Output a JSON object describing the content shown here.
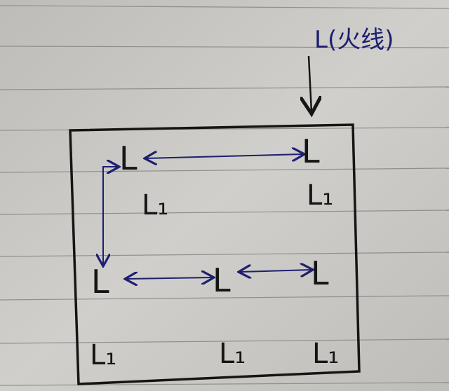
{
  "top_label": "L(火线)",
  "node_label": "L",
  "sub_label": "L₁",
  "nodes": [
    "L",
    "L",
    "L",
    "L",
    "L"
  ],
  "subs": [
    "L₁",
    "L₁",
    "L₁",
    "L₁",
    "L₁"
  ],
  "colors": {
    "paper": "#c8c7c3",
    "ink": "#151515",
    "blue_ink": "#1d1f6e",
    "rule": "#8f8f8f"
  }
}
